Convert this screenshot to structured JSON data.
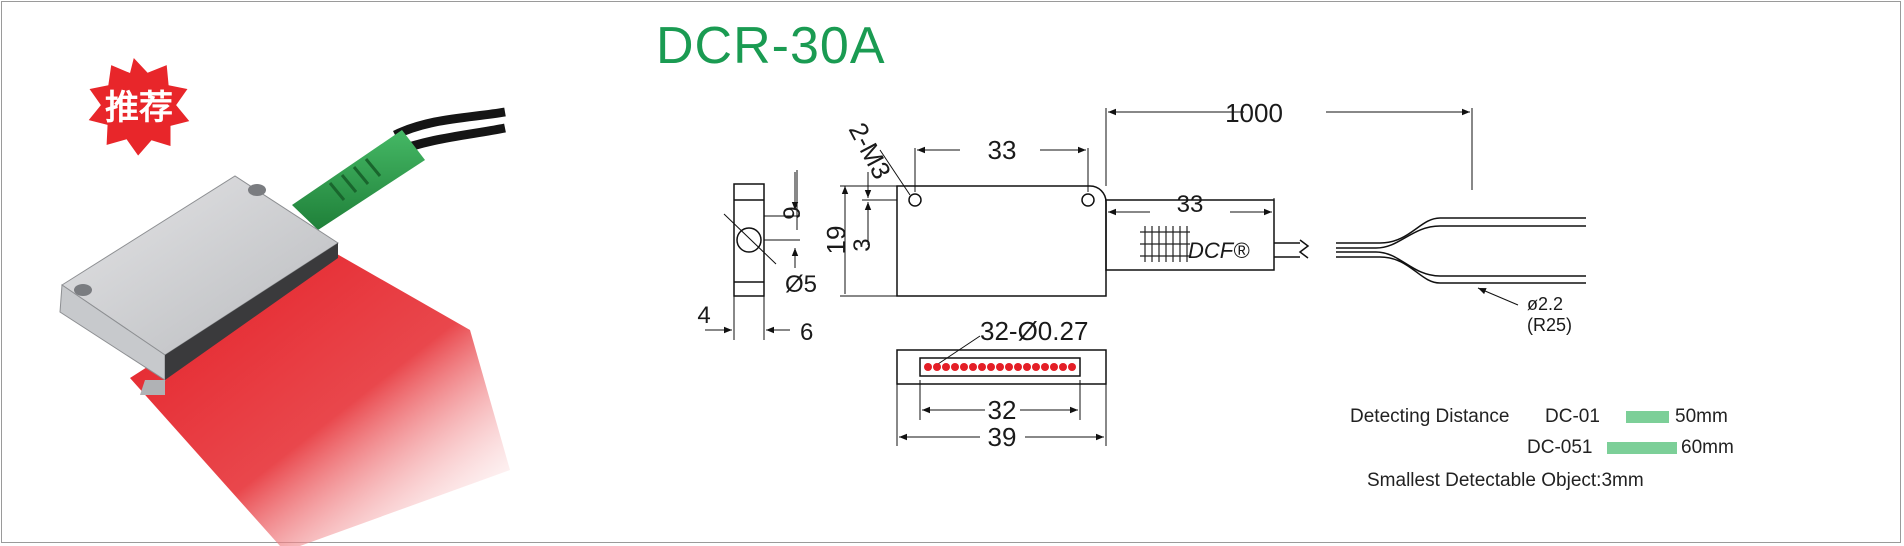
{
  "badge": "推荐",
  "model": "DCR-30A",
  "dims": {
    "cable_length": "1000",
    "thread": "2-M3",
    "hole_pitch": "33",
    "cable_section": "33",
    "height": "19",
    "hole_offset": "9",
    "bottom_offset": "3",
    "hole_dia": "Ø5",
    "side_a": "4",
    "side_b": "6",
    "fiber_spec": "32-Ø0.27",
    "fiber_width": "32",
    "total_width": "39",
    "cable_dia": "ø2.2",
    "bend_radius": "(R25)"
  },
  "brand": "DCF®",
  "specs": {
    "label": "Detecting  Distance",
    "rows": [
      {
        "model": "DC-01",
        "value": "50mm"
      },
      {
        "model": "DC-051",
        "value": "60mm"
      }
    ],
    "smallest": "Smallest Detectable Object:3mm"
  },
  "colors": {
    "title_green": "#1a9b52",
    "bar_green": "#7ccf98",
    "badge_red": "#e8262a",
    "laser_red": "#e41e26",
    "fiber_jacket": "#2fa04c"
  }
}
